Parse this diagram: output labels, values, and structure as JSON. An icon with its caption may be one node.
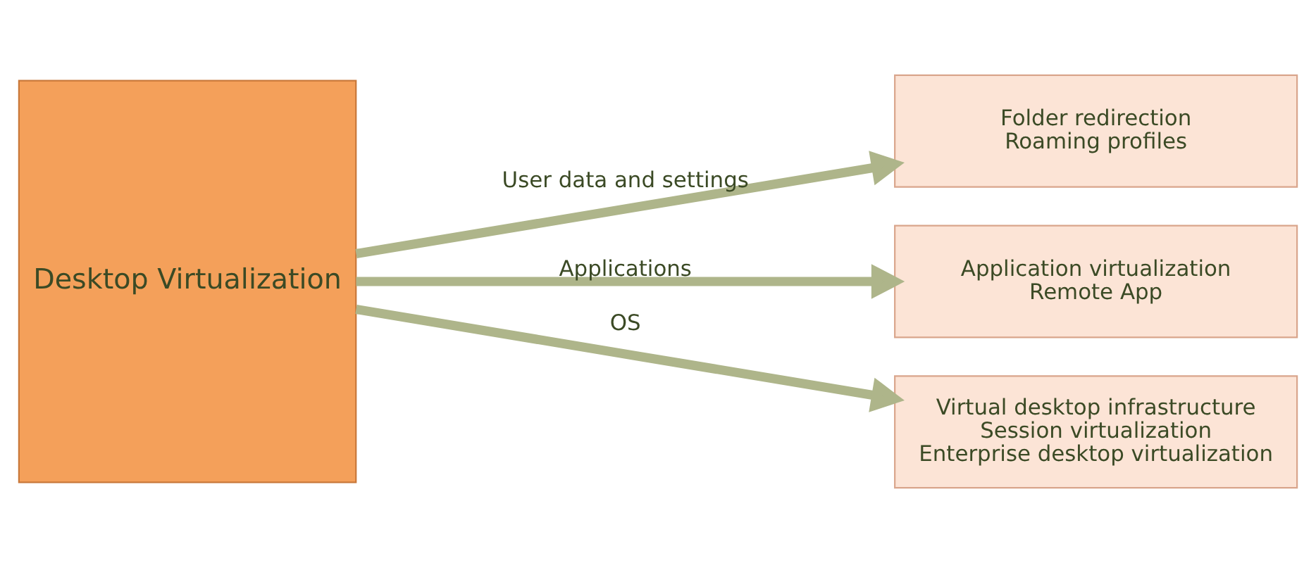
{
  "diagram": {
    "nodes": [
      {
        "text": [
          "Desktop Virtualization"
        ]
      },
      {
        "text": [
          "Folder redirection",
          "Roaming profiles"
        ]
      },
      {
        "text": [
          "Application virtualization",
          "Remote App"
        ]
      },
      {
        "text": [
          "Virtual desktop infrastructure",
          "Session virtualization",
          "Enterprise desktop virtualization"
        ]
      }
    ],
    "edges": [
      {
        "from": 0,
        "to": 1,
        "arrow": "to",
        "label": "User data and settings"
      },
      {
        "from": 0,
        "to": 2,
        "arrow": "to",
        "label": "Applications"
      },
      {
        "from": 0,
        "to": 3,
        "arrow": "to",
        "label": "OS"
      }
    ]
  }
}
